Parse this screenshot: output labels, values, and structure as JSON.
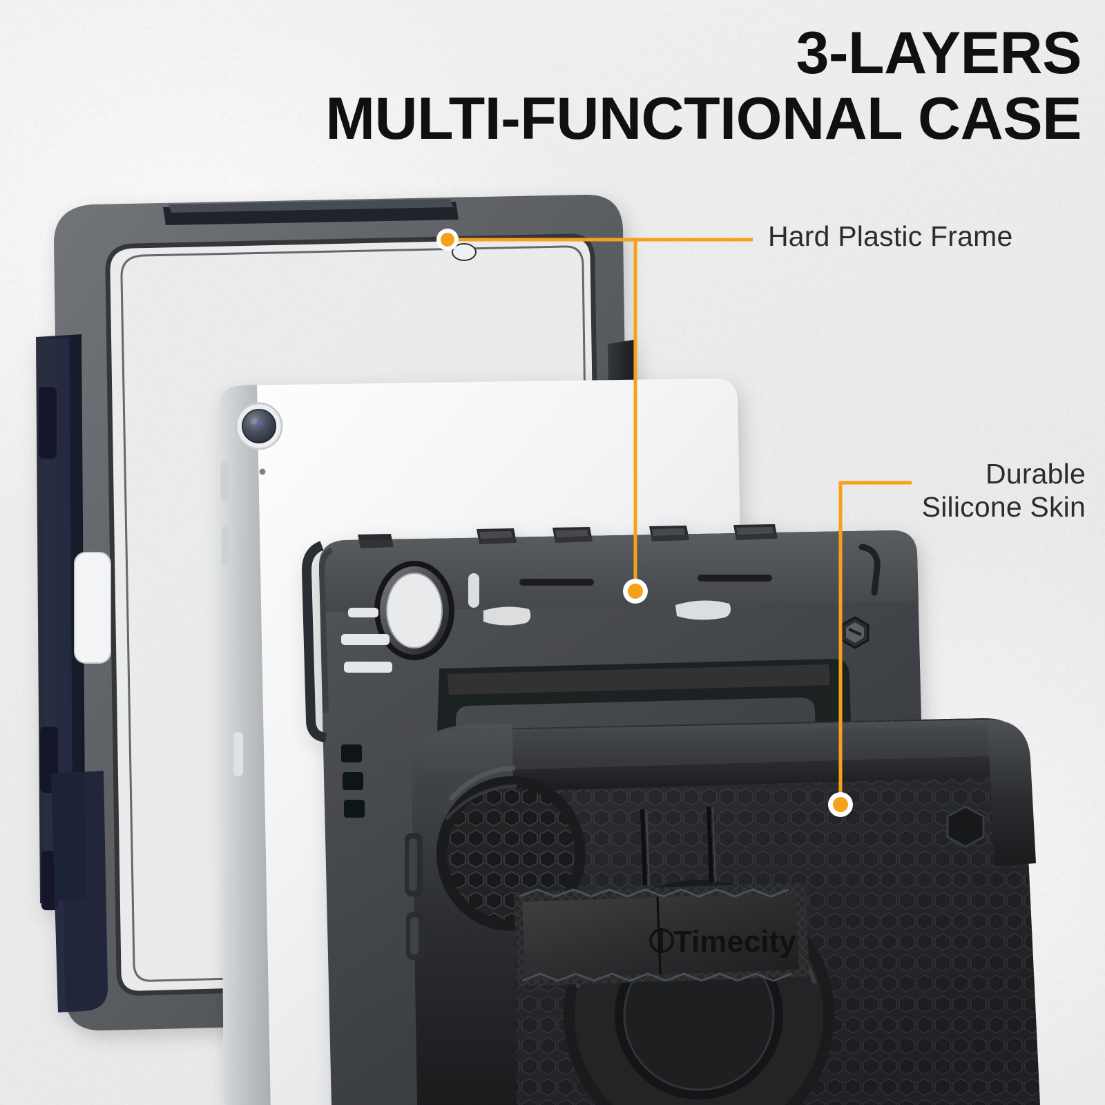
{
  "headline": {
    "line1": "3-LAYERS",
    "line2": "MULTI-FUNCTIONAL CASE"
  },
  "callouts": [
    {
      "id": "hard-plastic-frame",
      "label": "Hard Plastic Frame",
      "lines": [
        "Hard Plastic Frame"
      ],
      "marker_color": "#F5A21A",
      "dots": [
        [
          648,
          347
        ],
        [
          920,
          856
        ]
      ]
    },
    {
      "id": "durable-silicone-skin",
      "label": "Durable Silicone Skin",
      "lines": [
        "Durable",
        "Silicone Skin"
      ],
      "marker_color": "#F5A21A",
      "dots": [
        [
          1217,
          1165
        ]
      ]
    }
  ],
  "product": {
    "brand": "Timecity",
    "layers": [
      {
        "name": "hard-plastic-frame",
        "color": "#5a5d61"
      },
      {
        "name": "tablet-device",
        "color": "#f2f3f4"
      },
      {
        "name": "silicone-skin",
        "color": "#3a3c3f"
      },
      {
        "name": "bumper-shell",
        "color": "#1e1f21"
      }
    ],
    "hand_strap_label": "Timecity"
  },
  "colors": {
    "accent": "#F5A21A",
    "text_dark": "#2c2c2c",
    "headline": "#101010",
    "background": "#f3f3f3",
    "frame_navy": "#1e2438"
  }
}
